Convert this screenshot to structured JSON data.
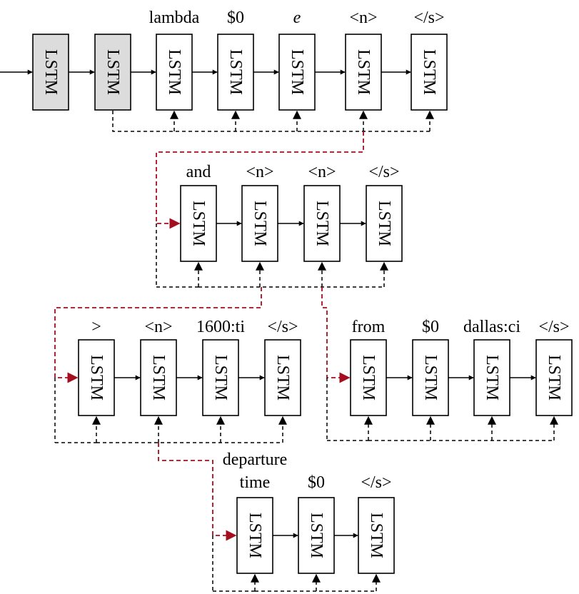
{
  "cell_label": "LSTM",
  "colors": {
    "hidden_fill": "#dcdcdc",
    "cell_fill": "#ffffff",
    "line": "#000000",
    "parent_link": "#a50e1e"
  },
  "rows": [
    {
      "id": "row-1",
      "hidden_cells": 2,
      "tokens": [
        "lambda",
        "$0",
        "e",
        "<n>",
        "</s>"
      ]
    },
    {
      "id": "row-2",
      "tokens": [
        "and",
        "<n>",
        "<n>",
        "</s>"
      ]
    },
    {
      "id": "row-3a",
      "tokens": [
        ">",
        "<n>",
        "1600:ti",
        "</s>"
      ]
    },
    {
      "id": "row-3b",
      "tokens": [
        "from",
        "$0",
        "dallas:ci",
        "</s>"
      ]
    },
    {
      "id": "row-4",
      "tokens": [
        "departure\ntime",
        "$0",
        "</s>"
      ]
    }
  ]
}
